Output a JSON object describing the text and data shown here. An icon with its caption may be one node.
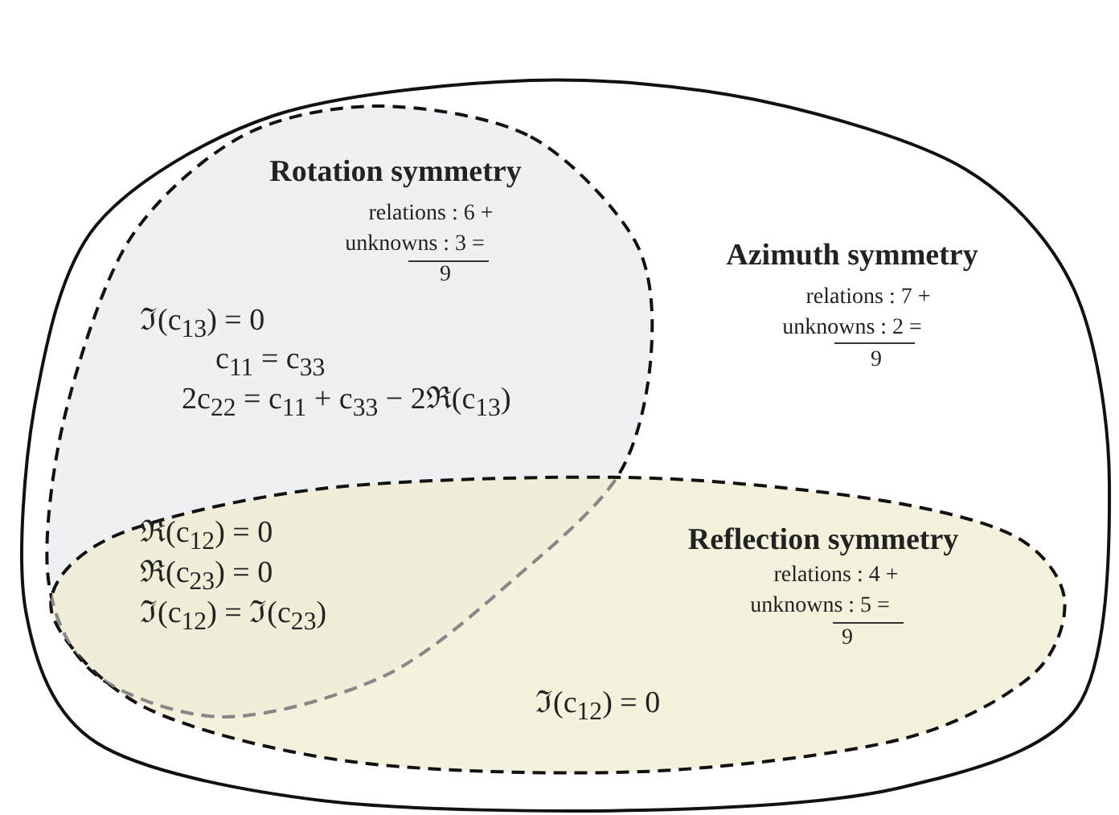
{
  "diagram": {
    "nodes": [
      {
        "text": [
          "Azimuth symmetry",
          "relations : 7 +",
          "unknowns : 2 =",
          "9"
        ]
      },
      {
        "text": [
          "Rotation symmetry",
          "relations : 6 +",
          "unknowns : 3 =",
          "9",
          "ℑ(c$_{13}$) = 0",
          "c$_{11}$ = c$_{33}$",
          "2c$_{22}$ = c$_{11}$ + c$_{33}$ − 2ℜ(c$_{13}$)"
        ],
        "in": 0
      },
      {
        "text": [
          "Reflection symmetry",
          "relations : 4 +",
          "unknowns : 5 =",
          "9",
          "ℑ(c$_{12}$) = 0"
        ],
        "in": 0
      }
    ],
    "labels": [
      "ℜ(c$_{12}$) = 0",
      "ℜ(c$_{23}$) = 0",
      "ℑ(c$_{12}$) = ℑ(c$_{23}$)"
    ]
  }
}
